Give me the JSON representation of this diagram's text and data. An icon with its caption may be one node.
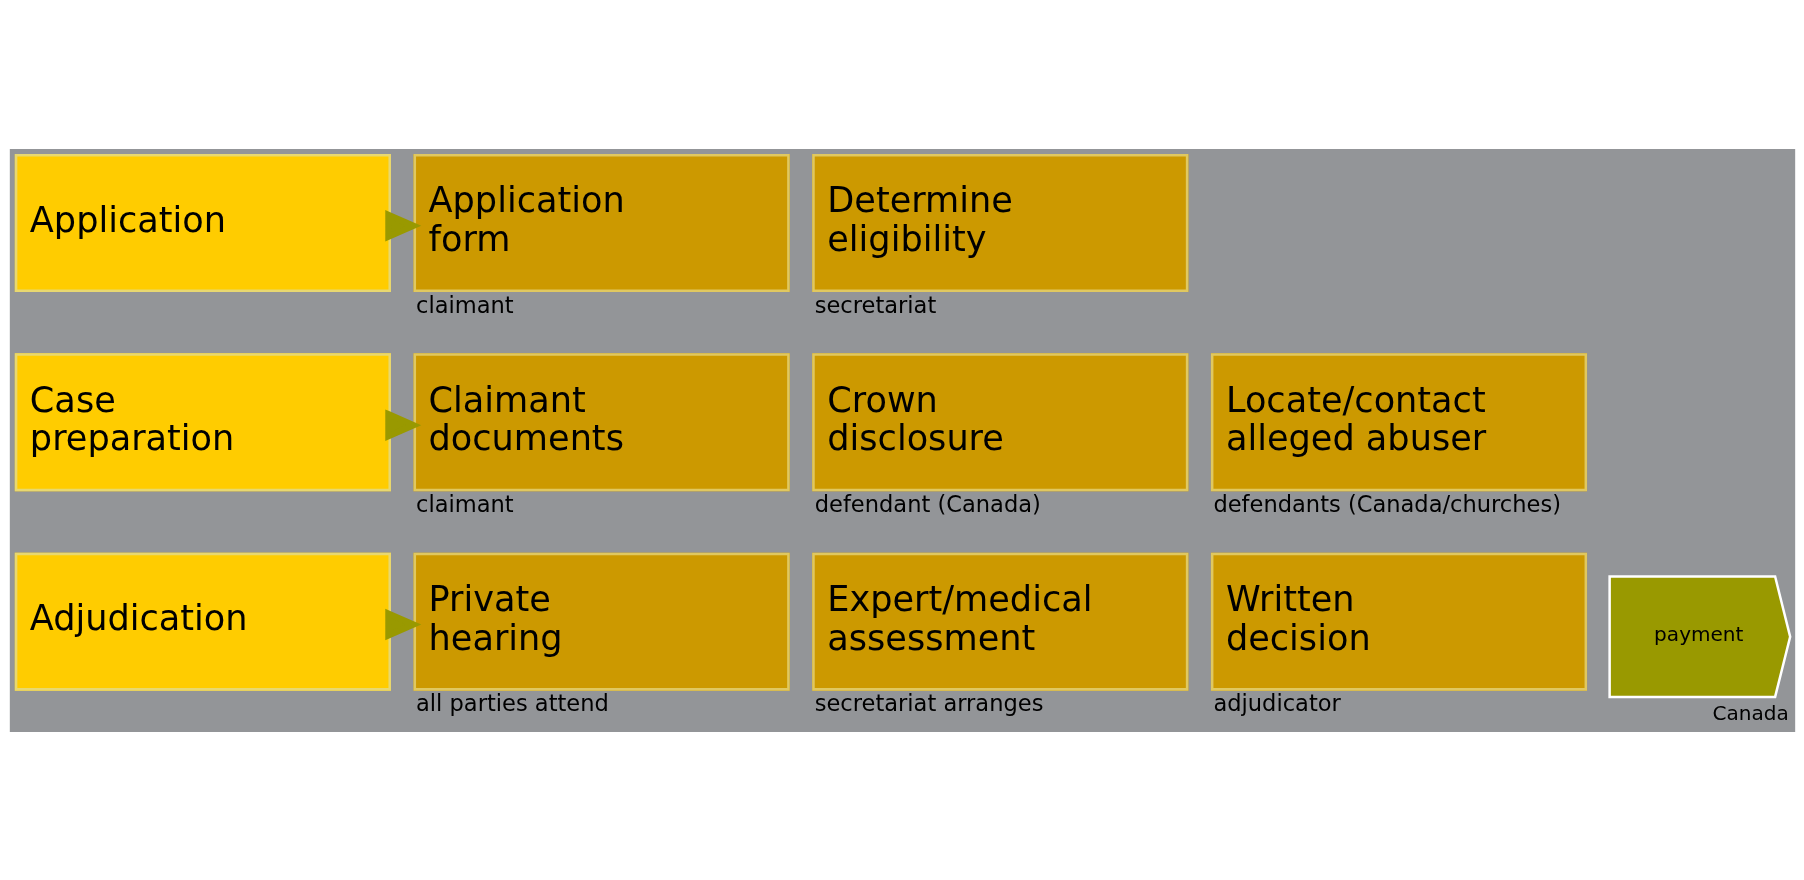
{
  "diagram": {
    "nodes": [
      {
        "text": [
          "Application"
        ]
      },
      {
        "text": [
          "Application form"
        ],
        "beside": [
          "claimant"
        ]
      },
      {
        "text": [
          "Determine eligibility"
        ],
        "beside": [
          "secretariat"
        ]
      },
      {
        "text": [
          "Case preparation"
        ]
      },
      {
        "text": [
          "Claimant documents"
        ],
        "beside": [
          "claimant"
        ]
      },
      {
        "text": [
          "Crown disclosure"
        ],
        "beside": [
          "defendant (Canada)"
        ]
      },
      {
        "text": [
          "Locate/contact alleged abuser"
        ],
        "beside": [
          "defendants (Canada/churches)"
        ]
      },
      {
        "text": [
          "Adjudication"
        ]
      },
      {
        "text": [
          "Private hearing"
        ],
        "beside": [
          "all parties attend"
        ]
      },
      {
        "text": [
          "Expert/medical assessment"
        ],
        "beside": [
          "secretariat arranges"
        ]
      },
      {
        "text": [
          "Written decision"
        ],
        "beside": [
          "adjudicator"
        ]
      },
      {
        "text": [
          "payment"
        ],
        "beside": [
          "Canada"
        ]
      }
    ],
    "edges": [
      {
        "from": 0,
        "to": 1,
        "arrow": "to"
      },
      {
        "from": 3,
        "to": 4,
        "arrow": "to"
      },
      {
        "from": 7,
        "to": 8,
        "arrow": "to"
      }
    ]
  }
}
